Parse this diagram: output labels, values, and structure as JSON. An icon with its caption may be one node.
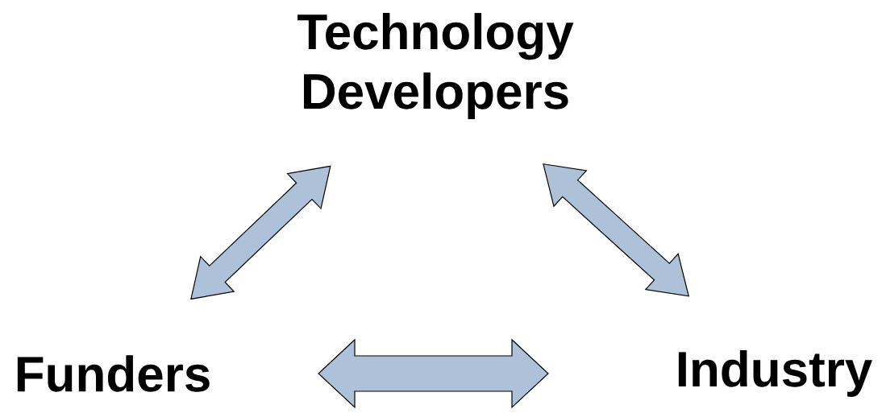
{
  "diagram": {
    "nodes": [
      {
        "text": [
          "Technology Developers"
        ]
      },
      {
        "text": [
          "Funders"
        ]
      },
      {
        "text": [
          "Industry"
        ]
      }
    ],
    "edges": [
      {
        "from": 0,
        "to": 1,
        "arrow": "both"
      },
      {
        "from": 0,
        "to": 2,
        "arrow": "both"
      },
      {
        "from": 1,
        "to": 2,
        "arrow": "both"
      }
    ]
  }
}
